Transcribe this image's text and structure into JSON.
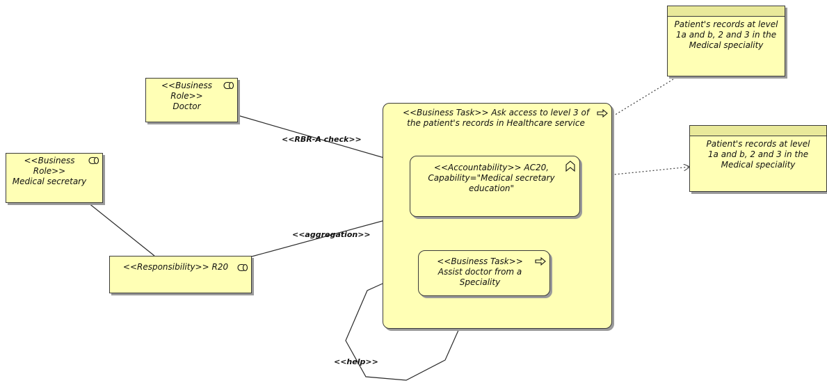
{
  "nodes": {
    "doctor_role": {
      "stereotype": "<<Business Role>>",
      "name": "Doctor",
      "icon": "business-role-icon"
    },
    "med_sec_role": {
      "stereotype": "<<Business Role>>",
      "name": "Medical secretary",
      "icon": "business-role-icon"
    },
    "responsibility": {
      "stereotype": "<<Responsibility>>",
      "name": "R20",
      "icon": "business-role-icon"
    },
    "task_main": {
      "stereotype": "<<Business Task>>",
      "name": "Ask access to level 3 of the patient's records in Healthcare service",
      "icon": "business-process-arrow-icon"
    },
    "accountability": {
      "stereotype": "<<Accountability>>",
      "name": "AC20, Capability=\"Medical secretary education\"",
      "icon": "business-function-icon"
    },
    "task_assist": {
      "stereotype": "<<Business Task>>",
      "name": "Assist doctor from a Speciality",
      "icon": "business-process-arrow-icon"
    },
    "records_top": {
      "name": "Patient's records at level 1a and b, 2 and 3 in the Medical speciality"
    },
    "records_right": {
      "name": "Patient's records at level 1a and b, 2 and 3 in the Medical speciality"
    }
  },
  "relations": {
    "rbr_check": "<<RBR-A check>>",
    "aggregation": "<<aggregation>>",
    "help": "<<help>>"
  },
  "colors": {
    "node_fill": "#ffffb5",
    "object_header": "#e9e99a",
    "line": "#3a3a3a"
  }
}
